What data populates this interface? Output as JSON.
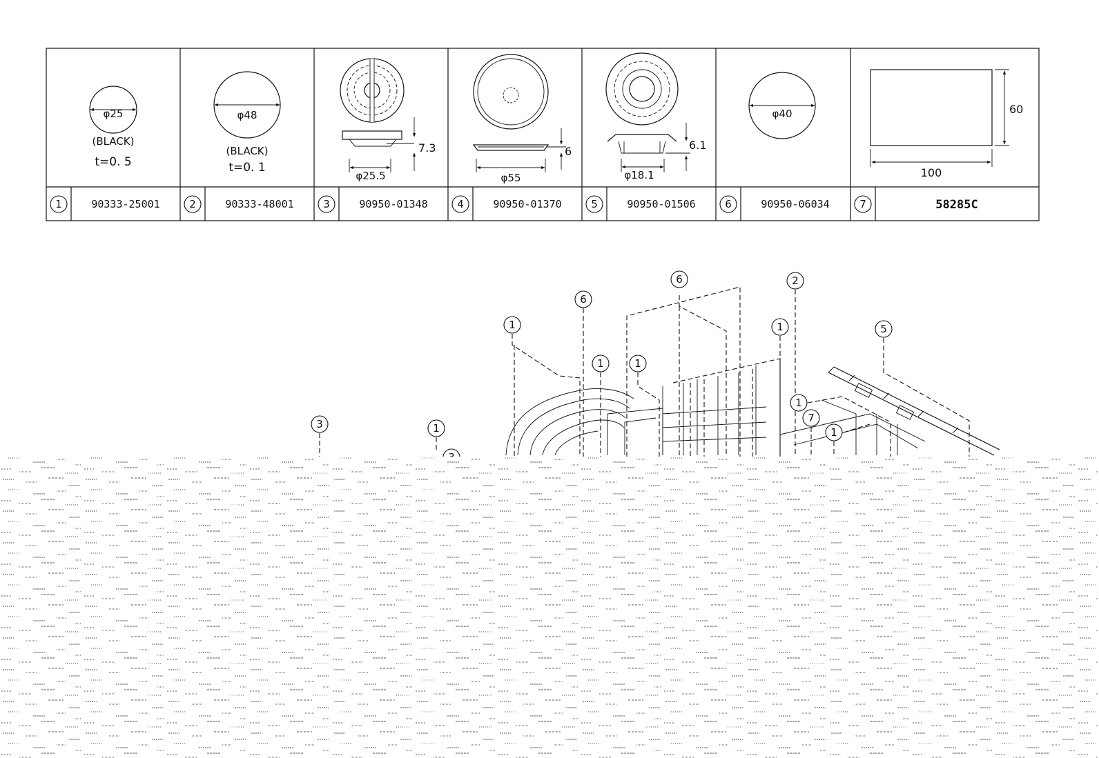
{
  "parts": [
    {
      "ref": "1",
      "part_no": "90333-25001",
      "dims": [
        "φ25"
      ],
      "notes": [
        "(BLACK)",
        "t=0. 5"
      ]
    },
    {
      "ref": "2",
      "part_no": "90333-48001",
      "dims": [
        "φ48"
      ],
      "notes": [
        "(BLACK)",
        "t=0. 1"
      ]
    },
    {
      "ref": "3",
      "part_no": "90950-01348",
      "dims": [
        "7.3",
        "φ25.5"
      ],
      "notes": []
    },
    {
      "ref": "4",
      "part_no": "90950-01370",
      "dims": [
        "6",
        "φ55"
      ],
      "notes": []
    },
    {
      "ref": "5",
      "part_no": "90950-01506",
      "dims": [
        "6.1",
        "φ18.1"
      ],
      "notes": []
    },
    {
      "ref": "6",
      "part_no": "90950-06034",
      "dims": [
        "φ40"
      ],
      "notes": []
    },
    {
      "ref": "7",
      "part_no": "58285C",
      "dims": [
        "60",
        "100"
      ],
      "notes": []
    }
  ],
  "callouts": [
    "3",
    "1",
    "3",
    "1",
    "6",
    "1",
    "1",
    "6",
    "1",
    "2",
    "5",
    "1",
    "7",
    "1"
  ]
}
